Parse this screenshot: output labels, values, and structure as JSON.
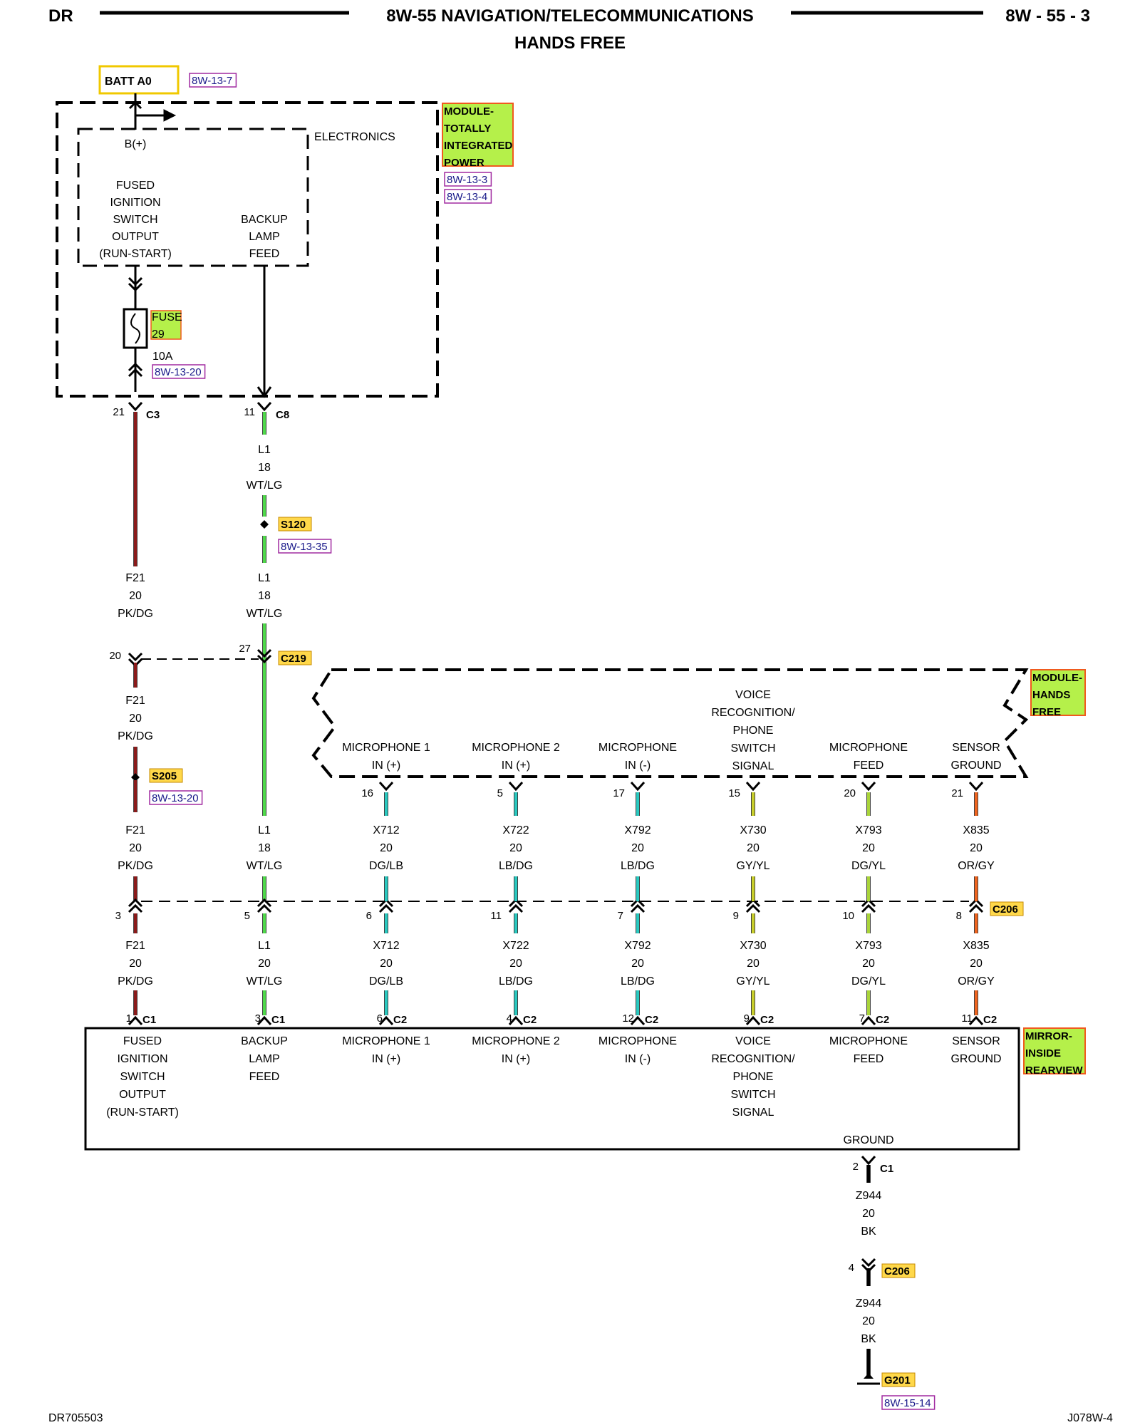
{
  "header": {
    "left": "DR",
    "title": "8W-55 NAVIGATION/TELECOMMUNICATIONS",
    "subtitle": "HANDS FREE",
    "page": "8W - 55 - 3"
  },
  "footer": {
    "left": "DR705503",
    "right": "J078W-4"
  },
  "colors": {
    "red": "#8b1a1a",
    "green": "#4fd94a",
    "cyan": "#29c9c0",
    "yellow": "#c9cf2a",
    "ygreen": "#a9d43a",
    "orange": "#f0641e",
    "black": "#000000",
    "tag_fill": "#b5f04a",
    "tag_border": "#f05a1e",
    "ref_border": "#a02aa0"
  },
  "batt": {
    "label": "BATT A0",
    "ref": "8W-13-7"
  },
  "tipm": {
    "name": [
      "MODULE-",
      "TOTALLY",
      "INTEGRATED",
      "POWER"
    ],
    "refs": [
      "8W-13-3",
      "8W-13-4"
    ],
    "electronics": "ELECTRONICS",
    "bplus": "B(+)",
    "fused_output": [
      "FUSED",
      "IGNITION",
      "SWITCH",
      "OUTPUT",
      "(RUN-START)"
    ],
    "backup_feed": [
      "BACKUP",
      "LAMP",
      "FEED"
    ],
    "fuse": {
      "name": [
        "FUSE",
        "29"
      ],
      "rating": "10A",
      "ref": "8W-13-20"
    }
  },
  "connectors": {
    "c3": {
      "name": "C3",
      "pin": "21"
    },
    "c8": {
      "name": "C8",
      "pin": "11"
    },
    "c219": {
      "name": "C219",
      "pin_left": "20",
      "pin_right": "27"
    },
    "c206_bus": {
      "name": "C206",
      "pins": [
        "3",
        "5",
        "6",
        "11",
        "7",
        "9",
        "10",
        "8"
      ]
    },
    "mirror_pins": [
      {
        "pin": "1",
        "conn": "C1"
      },
      {
        "pin": "3",
        "conn": "C1"
      },
      {
        "pin": "6",
        "conn": "C2"
      },
      {
        "pin": "4",
        "conn": "C2"
      },
      {
        "pin": "12",
        "conn": "C2"
      },
      {
        "pin": "9",
        "conn": "C2"
      },
      {
        "pin": "7",
        "conn": "C2"
      },
      {
        "pin": "11",
        "conn": "C2"
      }
    ],
    "hf_pins": [
      "16",
      "5",
      "17",
      "15",
      "20",
      "21"
    ],
    "gnd_c1": {
      "pin": "2",
      "conn": "C1"
    },
    "gnd_c206": {
      "pin": "4",
      "conn": "C206"
    }
  },
  "splices": {
    "s120": {
      "name": "S120",
      "ref": "8W-13-35"
    },
    "s205": {
      "name": "S205",
      "ref": "8W-13-20"
    }
  },
  "wires": {
    "f21": [
      "F21",
      "20",
      "PK/DG"
    ],
    "l1_18": [
      "L1",
      "18",
      "WT/LG"
    ],
    "l1_20": [
      "L1",
      "20",
      "WT/LG"
    ],
    "x712": [
      "X712",
      "20",
      "DG/LB"
    ],
    "x722": [
      "X722",
      "20",
      "LB/DG"
    ],
    "x792": [
      "X792",
      "20",
      "LB/DG"
    ],
    "x730": [
      "X730",
      "20",
      "GY/YL"
    ],
    "x793": [
      "X793",
      "20",
      "DG/YL"
    ],
    "x835": [
      "X835",
      "20",
      "OR/GY"
    ],
    "z944": [
      "Z944",
      "20",
      "BK"
    ]
  },
  "hands_free": {
    "name": [
      "MODULE-",
      "HANDS",
      "FREE"
    ],
    "circuits": [
      [
        "MICROPHONE 1",
        "IN (+)"
      ],
      [
        "MICROPHONE 2",
        "IN (+)"
      ],
      [
        "MICROPHONE",
        "IN (-)"
      ],
      [
        "VOICE",
        "RECOGNITION/",
        "PHONE",
        "SWITCH",
        "SIGNAL"
      ],
      [
        "MICROPHONE",
        "FEED"
      ],
      [
        "SENSOR",
        "GROUND"
      ]
    ]
  },
  "mirror": {
    "name": [
      "MIRROR-",
      "INSIDE",
      "REARVIEW"
    ],
    "circuits": [
      [
        "FUSED",
        "IGNITION",
        "SWITCH",
        "OUTPUT",
        "(RUN-START)"
      ],
      [
        "BACKUP",
        "LAMP",
        "FEED"
      ],
      [
        "MICROPHONE 1",
        "IN (+)"
      ],
      [
        "MICROPHONE 2",
        "IN (+)"
      ],
      [
        "MICROPHONE",
        "IN (-)"
      ],
      [
        "VOICE",
        "RECOGNITION/",
        "PHONE",
        "SWITCH",
        "SIGNAL"
      ],
      [
        "MICROPHONE",
        "FEED"
      ],
      [
        "SENSOR",
        "GROUND"
      ]
    ],
    "ground": "GROUND"
  },
  "ground": {
    "name": "G201",
    "ref": "8W-15-14"
  }
}
